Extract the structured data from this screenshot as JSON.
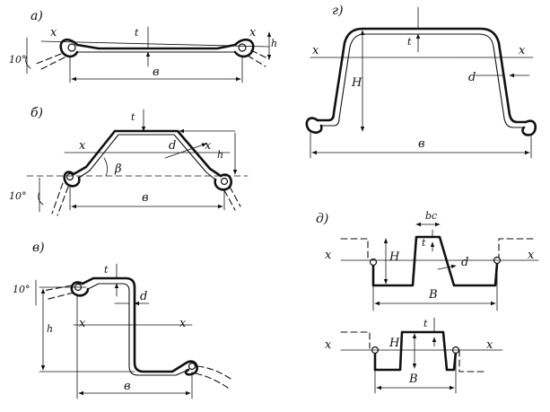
{
  "panels": {
    "a": {
      "caption": "а)",
      "axis": "x",
      "dim_t": "t",
      "dim_b": "в",
      "dim_h": "h",
      "angle": "10°"
    },
    "b": {
      "caption": "б)",
      "axis": "x",
      "dim_t": "t",
      "dim_d": "d",
      "dim_h": "h",
      "dim_b": "в",
      "angle_beta": "β",
      "angle": "10°"
    },
    "v": {
      "caption": "в)",
      "axis": "x",
      "dim_t": "t",
      "dim_d": "d",
      "dim_h": "h",
      "dim_b": "в",
      "angle": "10°"
    },
    "g": {
      "caption": "г)",
      "axis": "x",
      "dim_t": "t",
      "dim_d": "d",
      "dim_h": "H",
      "dim_b": "в"
    },
    "d": {
      "caption": "д)",
      "axis": "x",
      "dim_bc": "bс",
      "dim_t": "t",
      "dim_d": "d",
      "dim_h": "H",
      "dim_b": "B"
    }
  }
}
